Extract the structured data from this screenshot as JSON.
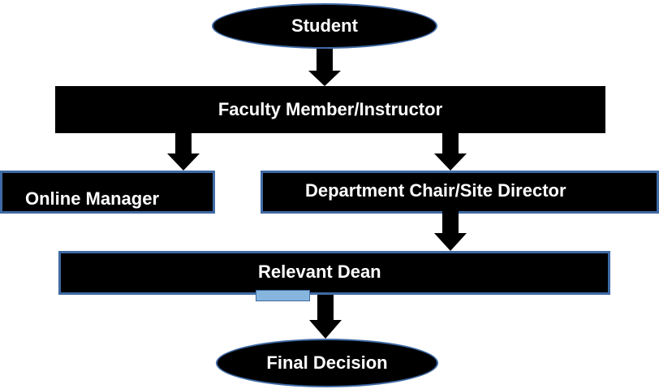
{
  "diagram": {
    "nodes": {
      "student": "Student",
      "faculty": "Faculty Member/Instructor",
      "online_manager": "Online Manager",
      "department_chair": "Department Chair/Site Director",
      "relevant_dean": "Relevant Dean",
      "final_decision": "Final Decision"
    },
    "edges": [
      {
        "from": "student",
        "to": "faculty"
      },
      {
        "from": "faculty",
        "to": "online_manager"
      },
      {
        "from": "faculty",
        "to": "department_chair"
      },
      {
        "from": "department_chair",
        "to": "relevant_dean"
      },
      {
        "from": "relevant_dean",
        "to": "final_decision"
      }
    ],
    "colors": {
      "fill": "#000000",
      "text": "#ffffff",
      "border": "#3f6aa5",
      "selection": "#86b6de"
    }
  }
}
